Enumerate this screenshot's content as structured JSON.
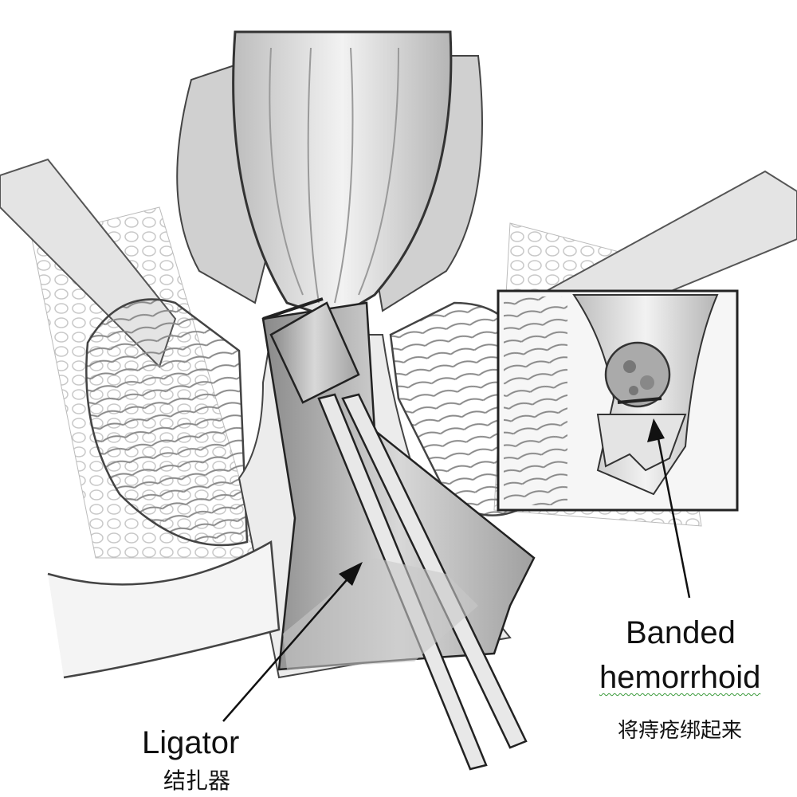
{
  "labels": {
    "ligator_en": "Ligator",
    "ligator_zh": "结扎器",
    "banded_line1": "Banded",
    "banded_line2": "hemorrhoid",
    "banded_zh": "将痔疮绑起来"
  },
  "colors": {
    "line": "#3a3a3a",
    "tissue": "#d6d6d6",
    "dark": "#9a9a9a",
    "background": "#ffffff"
  }
}
